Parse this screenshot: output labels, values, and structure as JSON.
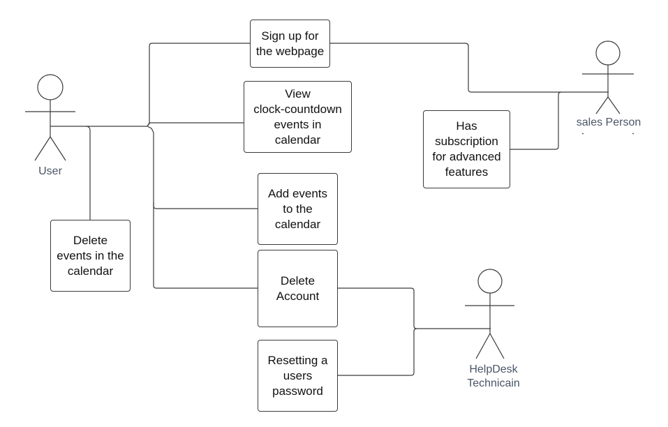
{
  "actors": {
    "user": {
      "label": "User"
    },
    "sales_person": {
      "label": "sales Person"
    },
    "helpdesk": {
      "label": "HelpDesk\nTechnicain"
    }
  },
  "use_cases": {
    "signup": "Sign up for\nthe webpage",
    "view_countdown": "View\nclock-countdown\nevents in\ncalendar",
    "add_events": "Add events\nto the\ncalendar",
    "delete_account": "Delete\nAccount",
    "reset_password": "Resetting a\nusers\npassword",
    "delete_events": "Delete\nevents in the\ncalendar",
    "subscription": "Has\nsubscription\nfor advanced\nfeatures"
  }
}
